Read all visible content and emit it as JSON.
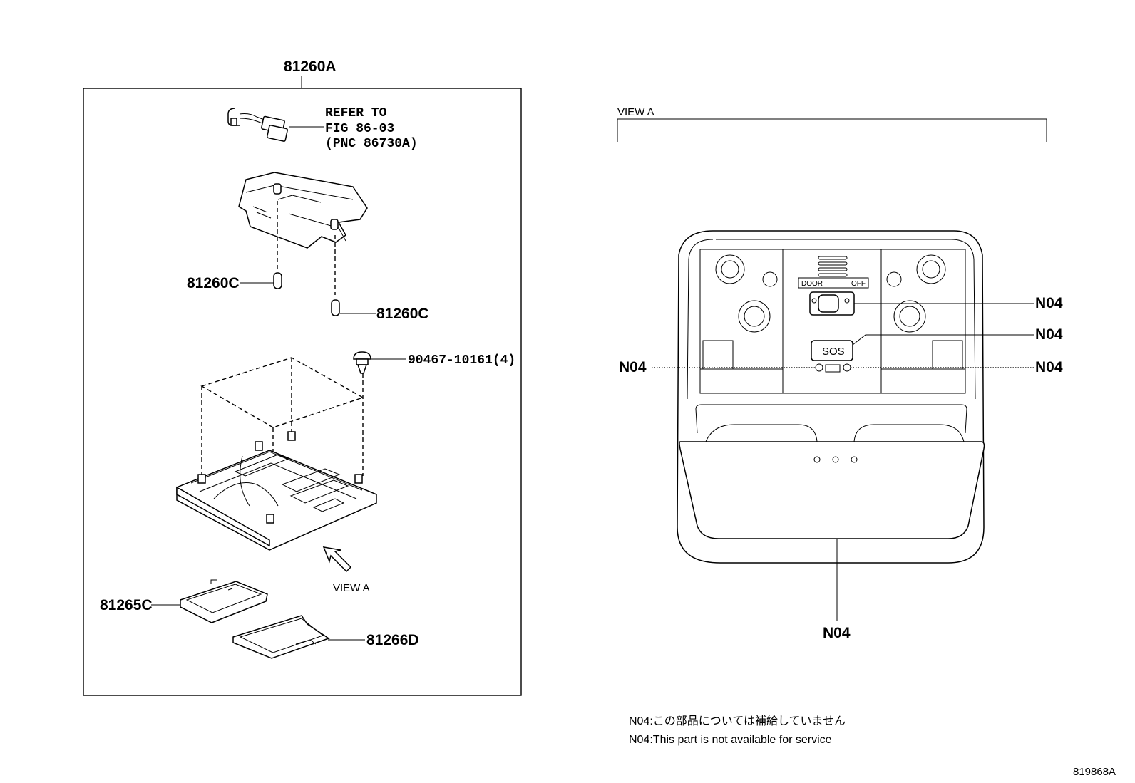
{
  "main_assembly": {
    "label": "81260A",
    "refer_line1": "REFER TO",
    "refer_line2": "FIG 86-03",
    "refer_line3": "(PNC 86730A)",
    "bulb_left": "81260C",
    "bulb_right": "81260C",
    "clip": "90467-10161(4)",
    "view_arrow": "VIEW A",
    "lens_upper": "81265C",
    "lens_lower": "81266D"
  },
  "view_a": {
    "title": "VIEW A",
    "switch_door": "DOOR",
    "switch_off": "OFF",
    "sos_button": "SOS",
    "callout_switch": "N04",
    "callout_sos": "N04",
    "callout_left": "N04",
    "callout_right": "N04",
    "callout_bottom": "N04"
  },
  "notes": {
    "line_ja": "N04:この部品については補給していません",
    "line_en": "N04:This part is not available for service"
  },
  "figure_id": "819868A"
}
